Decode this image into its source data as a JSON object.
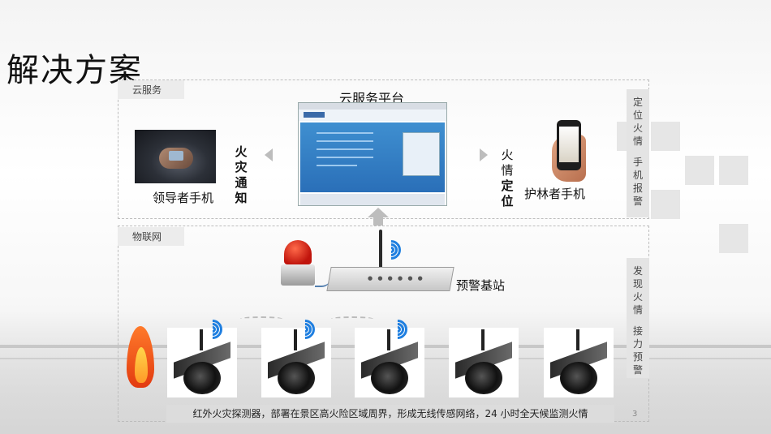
{
  "slide": {
    "title": "解决方案",
    "page_number": "3"
  },
  "sections": {
    "cloud_label": "云服务",
    "iot_label": "物联网"
  },
  "cloud": {
    "platform_caption": "云服务平台",
    "leader_caption": "领导者手机",
    "ranger_caption": "护林者手机",
    "fire_notify": [
      "火",
      "灾",
      "通",
      "知"
    ],
    "fire_locate": [
      "火",
      "情",
      "定",
      "位"
    ]
  },
  "iot": {
    "station_caption": "预警基站",
    "bottom_text": "红外火灾探测器，部署在景区高火险区域周界，形成无线传感网络，24 小时全天候监测火情"
  },
  "side_top": [
    "定",
    "位",
    "火",
    "情",
    "",
    "手",
    "机",
    "报",
    "警"
  ],
  "side_bottom": [
    "发",
    "现",
    "火",
    "情",
    "",
    "接",
    "力",
    "预",
    "警"
  ],
  "colors": {
    "wifi_blue": "#1f7fe0",
    "alarm_red": "#c0140c",
    "flame_orange": "#ff7a2a"
  },
  "icons": {
    "wireless": "wifi-icon",
    "fire": "flame-icon",
    "arrows": [
      "arrow-left-icon",
      "arrow-right-icon",
      "arrow-up-icon"
    ]
  }
}
